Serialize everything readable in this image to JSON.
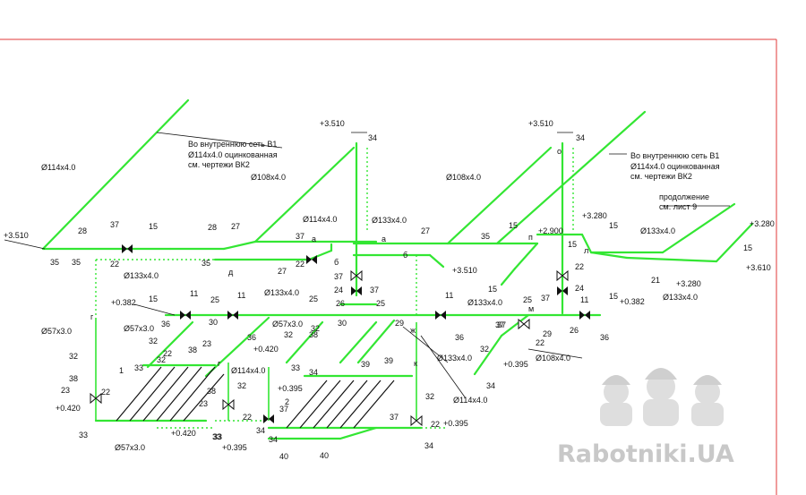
{
  "watermark": {
    "brand": "Rabotniki.UA",
    "icon": "three-workers-helmet-icon"
  },
  "colors": {
    "pipe": "#33e633",
    "frame": "#e23a3a",
    "ink": "#111111"
  },
  "notes": {
    "left_top": "Во внутреннюю сеть В1",
    "left_mid": "Ø114х4.0 оцинкованная",
    "left_bot": "см. чертежи ВК2",
    "right_top": "Во внутреннюю сеть В1",
    "right_mid": "Ø114х4.0 оцинкованная",
    "right_bot": "см. чертежи ВК2",
    "continue_1": "продолжение",
    "continue_2": "см. лист 9"
  },
  "labels": [
    "Ø114х4.0",
    "+3.510",
    "35",
    "28",
    "37",
    "22",
    "35",
    "15",
    "28",
    "27",
    "35",
    "Ø108х4.0",
    "+3.510",
    "34",
    "Ø114х4.0",
    "37",
    "22",
    "27",
    "б",
    "Ø133х4.0",
    "37",
    "24",
    "37",
    "27",
    "б",
    "35",
    "+3.510",
    "Ø108х4.0",
    "+3.510",
    "34",
    "15",
    "+2.900",
    "15",
    "Ø133х4.0",
    "22",
    "24",
    "37",
    "15",
    "+3.280",
    "15",
    "Ø133х4.0",
    "+3.280",
    "15",
    "+3.610",
    "21",
    "+3.280",
    "Ø133х4.0",
    "15",
    "+0.382",
    "Ø133х4.0",
    "15",
    "+0.382",
    "11",
    "36",
    "25",
    "30",
    "11",
    "Ø133х4.0",
    "25",
    "26",
    "30",
    "25",
    "29",
    "36",
    "Ø57х3.0",
    "32",
    "38",
    "23",
    "32",
    "22",
    "33",
    "Ø57х3.0",
    "32",
    "+0.420",
    "38",
    "33",
    "32",
    "Ø133х4.0",
    "11",
    "36",
    "37",
    "22",
    "29",
    "26",
    "11",
    "36",
    "25",
    "37",
    "32",
    "Ø108х4.0",
    "+0.395",
    "34",
    "Ø57х3.0",
    "32",
    "38",
    "23",
    "22",
    "+0.420",
    "1",
    "33",
    "38",
    "23",
    "32",
    "22",
    "37",
    "33",
    "Ø114х4.0",
    "Ø114х4.0",
    "32",
    "34",
    "39",
    "39",
    "2",
    "+0.395",
    "34",
    "37",
    "22",
    "+0.395",
    "34",
    "40",
    "40",
    "Ø57х3.0",
    "+0.420",
    "+0.395",
    "33",
    "34",
    "г",
    "г",
    "д",
    "ж",
    "а",
    "а",
    "м",
    "п",
    "о",
    "л",
    "к"
  ]
}
